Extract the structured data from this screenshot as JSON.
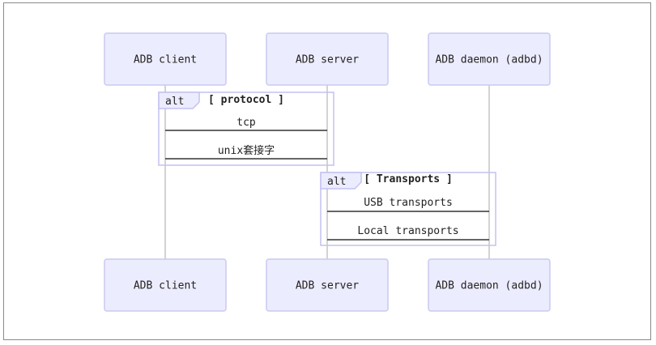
{
  "actors": [
    {
      "id": "client",
      "label": "ADB client"
    },
    {
      "id": "server",
      "label": "ADB server"
    },
    {
      "id": "daemon",
      "label": "ADB daemon (adbd)"
    }
  ],
  "fragments": [
    {
      "keyword": "alt",
      "condition": "[ protocol ]",
      "messages": [
        {
          "label": "tcp"
        },
        {
          "label": "unix套接字"
        }
      ]
    },
    {
      "keyword": "alt",
      "condition": "[ Transports ]",
      "messages": [
        {
          "label": "USB transports"
        },
        {
          "label": "Local transports"
        }
      ]
    }
  ],
  "colors": {
    "actor_fill": "#ececff",
    "actor_stroke": "#c9c9f2",
    "lifeline": "#d3d3d3",
    "message_line": "#333333"
  }
}
